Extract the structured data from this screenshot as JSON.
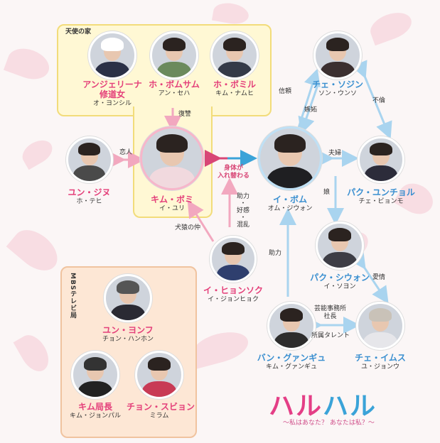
{
  "groups": {
    "angel_house": "天使の家",
    "mbs": "MBSテレビ局"
  },
  "people": {
    "angelina": {
      "name1": "アンジェリーナ",
      "name2": "修道女",
      "actor": "オ・ヨンシル",
      "color": "pink"
    },
    "ho_bomsam": {
      "name": "ホ・ボムサム",
      "actor": "アン・セハ",
      "color": "pink"
    },
    "ho_bomil": {
      "name": "ホ・ボミル",
      "actor": "キム・ナムヒ",
      "color": "pink"
    },
    "kim_bomi": {
      "name": "キム・ボミ",
      "actor": "イ・ユリ",
      "color": "pink"
    },
    "yun_jinu": {
      "name": "ユン・ジヌ",
      "actor": "ホ・テヒ",
      "color": "pink"
    },
    "lee_hyunseok": {
      "name": "イ・ヒョンソク",
      "actor": "イ・ジョンヒョク",
      "color": "pink"
    },
    "che_sojin": {
      "name": "チェ・ソジン",
      "actor": "ソン・ウンソ",
      "color": "blue"
    },
    "lee_bom": {
      "name": "イ・ボム",
      "actor": "オム・ジウォン",
      "color": "blue"
    },
    "park_yongcheol": {
      "name": "パク・ユンチョル",
      "actor": "チェ・ビョンモ",
      "color": "blue"
    },
    "park_siwon": {
      "name": "パク・シウォン",
      "actor": "イ・ソヨン",
      "color": "blue"
    },
    "bang_gwangyu": {
      "name": "バン・グァンギュ",
      "actor": "キム・グァンギュ",
      "color": "blue"
    },
    "che_imusu": {
      "name": "チェ・イムス",
      "actor": "ユ・ジョンウ",
      "color": "blue"
    },
    "yun_yonfu": {
      "name": "ユン・ヨンフ",
      "actor": "チョン・ハンホン",
      "color": "pink"
    },
    "kim_kyokucho": {
      "name": "キム局長",
      "actor": "キム・ジョンパル",
      "color": "pink"
    },
    "chon_subin": {
      "name": "チョン・スビョン",
      "actor": "ミラム",
      "color": "pink"
    }
  },
  "relations": {
    "fukushu": "復讐",
    "koibito": "恋人",
    "karada": "身体が\n入れ替わる",
    "jokan": "助力\n・\n好感\n・\n混乱",
    "kenen": "犬猿の仲",
    "joryoku": "助力",
    "shinrai": "信頼",
    "shitto": "嫉妬",
    "furin": "不倫",
    "fufu": "夫婦",
    "musume": "娘",
    "aijo": "愛情",
    "shacho": "芸能事務所\n社長",
    "shozoku": "所属タレント"
  },
  "title": {
    "part1": "ハル",
    "part2": "ハル",
    "subtitle": "～私はあなた？ あなたは私？～"
  },
  "colors": {
    "pink": "#e4407a",
    "blue": "#3a8fd0",
    "pink_line": "#f2a8bf",
    "blue_line": "#a9d4ef"
  }
}
